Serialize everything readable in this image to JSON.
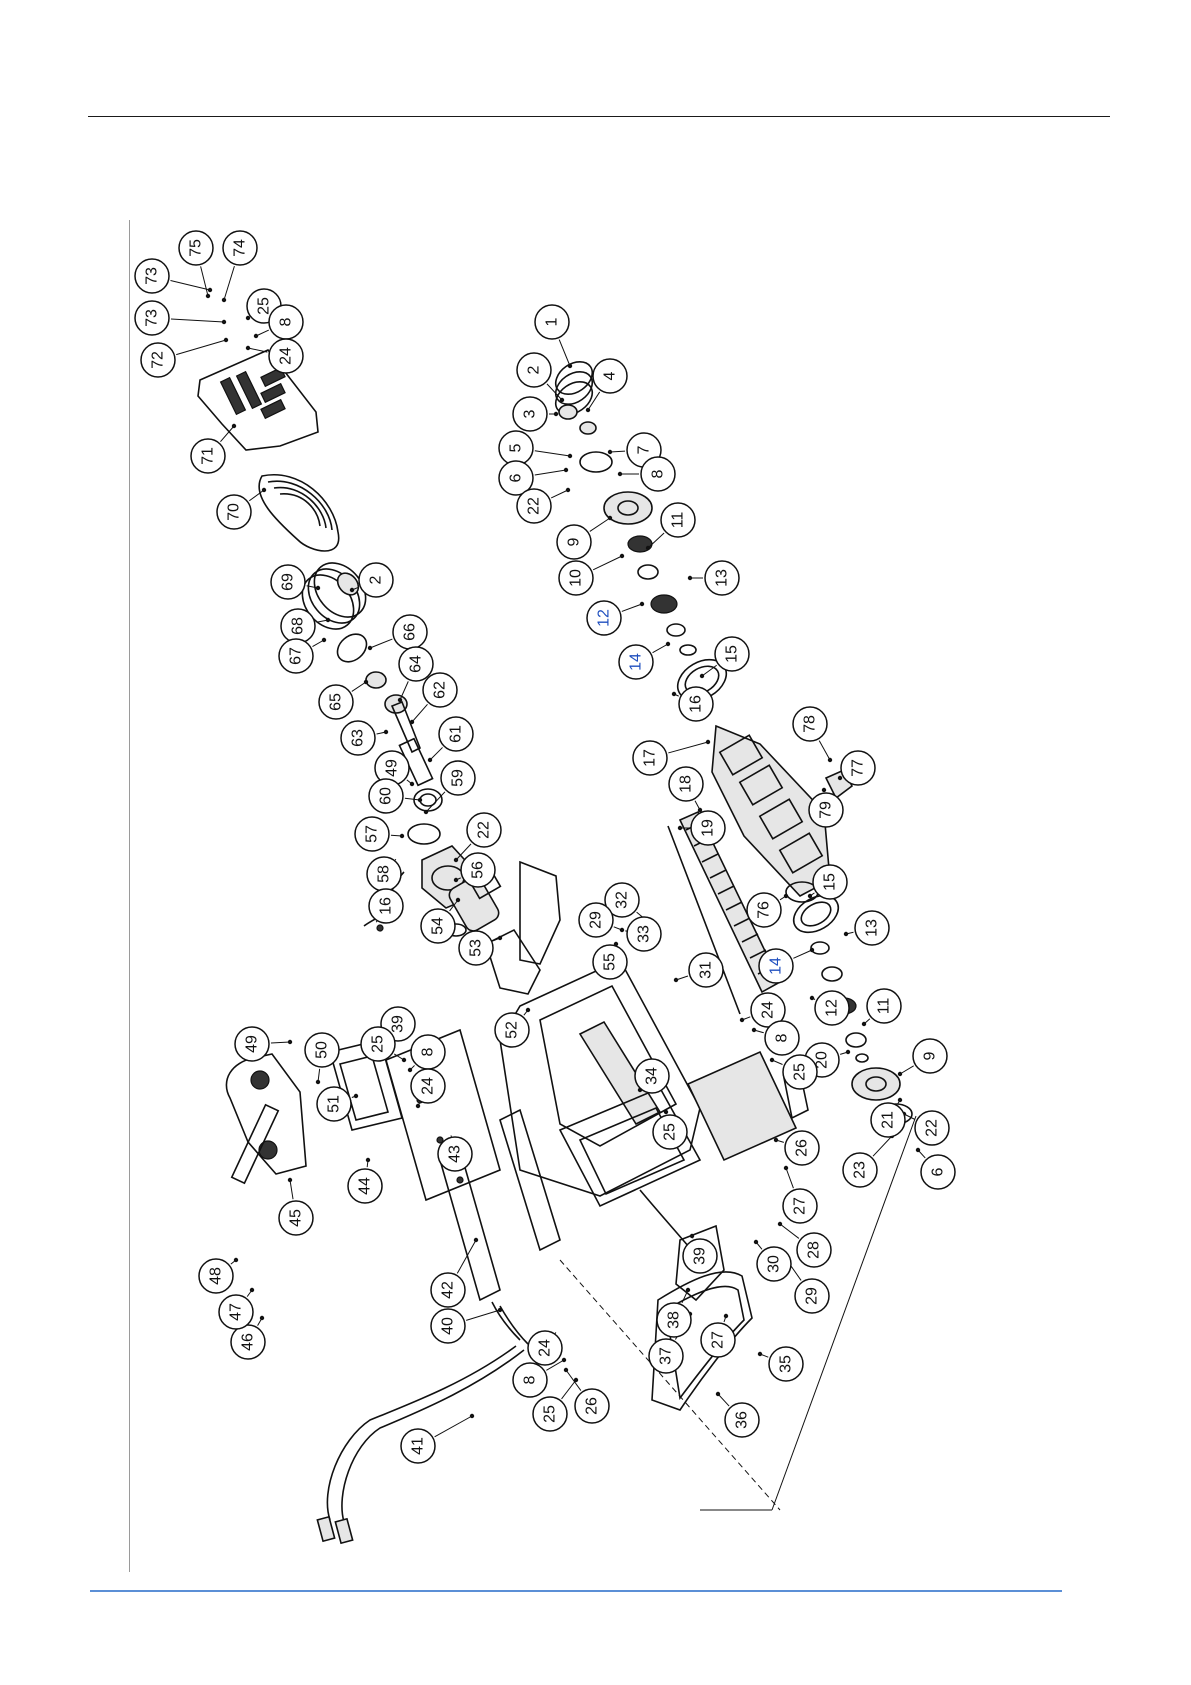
{
  "colors": {
    "blue_callout": "#1f4fbf",
    "footer_rule": "#5b8fd6"
  },
  "callouts": [
    {
      "label": "75"
    },
    {
      "label": "74"
    },
    {
      "label": "73"
    },
    {
      "label": "73"
    },
    {
      "label": "72"
    },
    {
      "label": "25"
    },
    {
      "label": "8"
    },
    {
      "label": "24"
    },
    {
      "label": "71"
    },
    {
      "label": "70"
    },
    {
      "label": "69"
    },
    {
      "label": "68"
    },
    {
      "label": "2"
    },
    {
      "label": "67"
    },
    {
      "label": "66"
    },
    {
      "label": "65"
    },
    {
      "label": "64"
    },
    {
      "label": "63"
    },
    {
      "label": "62"
    },
    {
      "label": "49"
    },
    {
      "label": "61"
    },
    {
      "label": "59"
    },
    {
      "label": "60"
    },
    {
      "label": "57"
    },
    {
      "label": "22"
    },
    {
      "label": "56"
    },
    {
      "label": "58"
    },
    {
      "label": "16"
    },
    {
      "label": "54"
    },
    {
      "label": "53"
    },
    {
      "label": "1"
    },
    {
      "label": "2"
    },
    {
      "label": "4"
    },
    {
      "label": "3"
    },
    {
      "label": "5"
    },
    {
      "label": "7"
    },
    {
      "label": "6"
    },
    {
      "label": "8"
    },
    {
      "label": "22"
    },
    {
      "label": "9"
    },
    {
      "label": "11"
    },
    {
      "label": "10"
    },
    {
      "label": "13"
    },
    {
      "label": "12"
    },
    {
      "label": "14"
    },
    {
      "label": "15"
    },
    {
      "label": "16"
    },
    {
      "label": "17"
    },
    {
      "label": "78"
    },
    {
      "label": "77"
    },
    {
      "label": "79"
    },
    {
      "label": "18"
    },
    {
      "label": "19"
    },
    {
      "label": "76"
    },
    {
      "label": "15"
    },
    {
      "label": "32"
    },
    {
      "label": "33"
    },
    {
      "label": "29"
    },
    {
      "label": "55"
    },
    {
      "label": "31"
    },
    {
      "label": "13"
    },
    {
      "label": "14"
    },
    {
      "label": "12"
    },
    {
      "label": "11"
    },
    {
      "label": "24"
    },
    {
      "label": "8"
    },
    {
      "label": "20"
    },
    {
      "label": "25"
    },
    {
      "label": "9"
    },
    {
      "label": "22"
    },
    {
      "label": "21"
    },
    {
      "label": "6"
    },
    {
      "label": "23"
    },
    {
      "label": "49"
    },
    {
      "label": "50"
    },
    {
      "label": "51"
    },
    {
      "label": "39"
    },
    {
      "label": "25"
    },
    {
      "label": "8"
    },
    {
      "label": "24"
    },
    {
      "label": "52"
    },
    {
      "label": "34"
    },
    {
      "label": "25"
    },
    {
      "label": "26"
    },
    {
      "label": "27"
    },
    {
      "label": "28"
    },
    {
      "label": "39"
    },
    {
      "label": "29"
    },
    {
      "label": "30"
    },
    {
      "label": "45"
    },
    {
      "label": "44"
    },
    {
      "label": "43"
    },
    {
      "label": "48"
    },
    {
      "label": "46"
    },
    {
      "label": "47"
    },
    {
      "label": "42"
    },
    {
      "label": "40"
    },
    {
      "label": "24"
    },
    {
      "label": "8"
    },
    {
      "label": "25"
    },
    {
      "label": "26"
    },
    {
      "label": "41"
    },
    {
      "label": "38"
    },
    {
      "label": "37"
    },
    {
      "label": "27"
    },
    {
      "label": "35"
    },
    {
      "label": "36"
    }
  ]
}
